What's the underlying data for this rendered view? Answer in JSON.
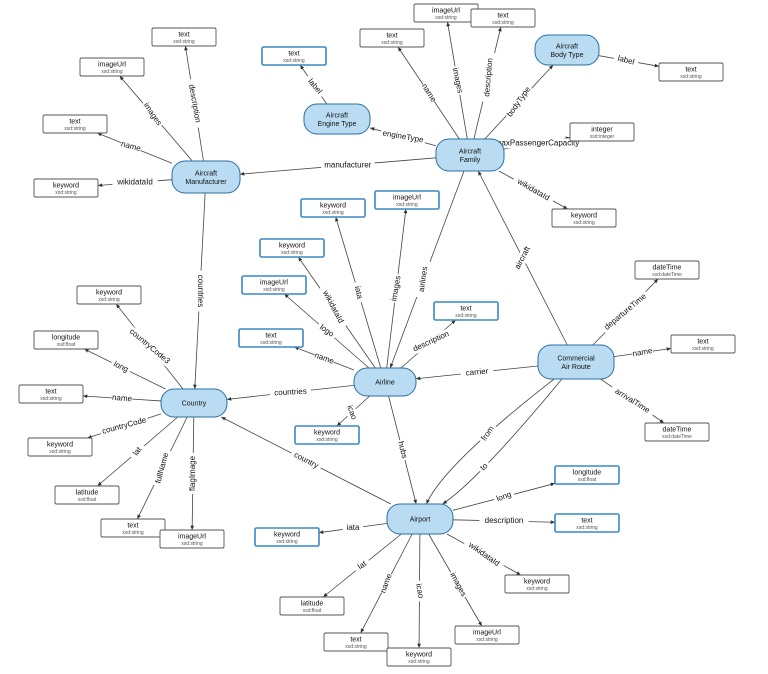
{
  "classes": [
    {
      "id": "aircraft-family",
      "label": [
        "Aircraft",
        "Family"
      ]
    },
    {
      "id": "aircraft-manufacturer",
      "label": [
        "Aircraft",
        "Manufacturer"
      ]
    },
    {
      "id": "aircraft-engine-type",
      "label": [
        "Aircraft",
        "Engine Type"
      ]
    },
    {
      "id": "aircraft-body-type",
      "label": [
        "Aircraft",
        "Body Type"
      ]
    },
    {
      "id": "airline",
      "label": [
        "Airline"
      ]
    },
    {
      "id": "country",
      "label": [
        "Country"
      ]
    },
    {
      "id": "commercial-air-route",
      "label": [
        "Commercial",
        "Air Route"
      ]
    },
    {
      "id": "airport",
      "label": [
        "Airport"
      ]
    }
  ],
  "literals": [
    {
      "id": "l-am-desc",
      "name": "text",
      "type": "xsd:string",
      "highlight": false
    },
    {
      "id": "l-am-img",
      "name": "imageUrl",
      "type": "xsd:string",
      "highlight": false
    },
    {
      "id": "l-am-name",
      "name": "text",
      "type": "xsd:string",
      "highlight": false
    },
    {
      "id": "l-am-wiki",
      "name": "keyword",
      "type": "xsd:string",
      "highlight": false
    },
    {
      "id": "l-et-label",
      "name": "text",
      "type": "xsd:string",
      "highlight": true
    },
    {
      "id": "l-af-img",
      "name": "imageUrl",
      "type": "xsd:string",
      "highlight": false
    },
    {
      "id": "l-af-desc",
      "name": "text",
      "type": "xsd:string",
      "highlight": false
    },
    {
      "id": "l-af-name",
      "name": "text",
      "type": "xsd:string",
      "highlight": false
    },
    {
      "id": "l-bt-label",
      "name": "text",
      "type": "xsd:string",
      "highlight": false
    },
    {
      "id": "l-af-cap",
      "name": "integer",
      "type": "xsd:integer",
      "highlight": false
    },
    {
      "id": "l-af-wiki",
      "name": "keyword",
      "type": "xsd:string",
      "highlight": false
    },
    {
      "id": "l-al-iata",
      "name": "keyword",
      "type": "xsd:string",
      "highlight": true
    },
    {
      "id": "l-al-img",
      "name": "imageUrl",
      "type": "xsd:string",
      "highlight": true
    },
    {
      "id": "l-al-wiki",
      "name": "keyword",
      "type": "xsd:string",
      "highlight": true
    },
    {
      "id": "l-al-logo",
      "name": "imageUrl",
      "type": "xsd:string",
      "highlight": true
    },
    {
      "id": "l-al-desc",
      "name": "text",
      "type": "xsd:string",
      "highlight": true
    },
    {
      "id": "l-al-name",
      "name": "text",
      "type": "xsd:string",
      "highlight": true
    },
    {
      "id": "l-al-icao",
      "name": "keyword",
      "type": "xsd:string",
      "highlight": true
    },
    {
      "id": "l-co-cc3",
      "name": "keyword",
      "type": "xsd:string",
      "highlight": false
    },
    {
      "id": "l-co-long",
      "name": "longitude",
      "type": "xsd:float",
      "highlight": false
    },
    {
      "id": "l-co-name",
      "name": "text",
      "type": "xsd:string",
      "highlight": false
    },
    {
      "id": "l-co-cc",
      "name": "keyword",
      "type": "xsd:string",
      "highlight": false
    },
    {
      "id": "l-co-lat",
      "name": "latitude",
      "type": "xsd:float",
      "highlight": false
    },
    {
      "id": "l-co-full",
      "name": "text",
      "type": "xsd:string",
      "highlight": false
    },
    {
      "id": "l-co-flag",
      "name": "imageUrl",
      "type": "xsd:string",
      "highlight": false
    },
    {
      "id": "l-cr-dep",
      "name": "dateTime",
      "type": "xsd:dateTime",
      "highlight": false
    },
    {
      "id": "l-cr-name",
      "name": "text",
      "type": "xsd:string",
      "highlight": false
    },
    {
      "id": "l-cr-arr",
      "name": "dateTime",
      "type": "xsd:dateTime",
      "highlight": false
    },
    {
      "id": "l-ap-long",
      "name": "longitude",
      "type": "xsd:float",
      "highlight": true
    },
    {
      "id": "l-ap-desc",
      "name": "text",
      "type": "xsd:string",
      "highlight": true
    },
    {
      "id": "l-ap-iata",
      "name": "keyword",
      "type": "xsd:string",
      "highlight": true
    },
    {
      "id": "l-ap-wiki",
      "name": "keyword",
      "type": "xsd:string",
      "highlight": false
    },
    {
      "id": "l-ap-lat",
      "name": "latitude",
      "type": "xsd:float",
      "highlight": false
    },
    {
      "id": "l-ap-name",
      "name": "text",
      "type": "xsd:string",
      "highlight": false
    },
    {
      "id": "l-ap-icao",
      "name": "keyword",
      "type": "xsd:string",
      "highlight": false
    },
    {
      "id": "l-ap-img",
      "name": "imageUrl",
      "type": "xsd:string",
      "highlight": false
    }
  ],
  "edges": [
    {
      "id": "e1",
      "from": "aircraft-manufacturer",
      "to": "l-am-desc",
      "label": "description"
    },
    {
      "id": "e2",
      "from": "aircraft-manufacturer",
      "to": "l-am-img",
      "label": "images"
    },
    {
      "id": "e3",
      "from": "aircraft-manufacturer",
      "to": "l-am-name",
      "label": "name"
    },
    {
      "id": "e4",
      "from": "aircraft-manufacturer",
      "to": "l-am-wiki",
      "label": "wikidataId"
    },
    {
      "id": "e5",
      "from": "aircraft-manufacturer",
      "to": "country",
      "label": "countries"
    },
    {
      "id": "e6",
      "from": "aircraft-engine-type",
      "to": "l-et-label",
      "label": "label"
    },
    {
      "id": "e7",
      "from": "aircraft-family",
      "to": "aircraft-manufacturer",
      "label": "manufacturer"
    },
    {
      "id": "e8",
      "from": "aircraft-family",
      "to": "aircraft-engine-type",
      "label": "engineType"
    },
    {
      "id": "e9",
      "from": "aircraft-family",
      "to": "l-af-name",
      "label": "name"
    },
    {
      "id": "e10",
      "from": "aircraft-family",
      "to": "l-af-img",
      "label": "images"
    },
    {
      "id": "e11",
      "from": "aircraft-family",
      "to": "l-af-desc",
      "label": "description"
    },
    {
      "id": "e12",
      "from": "aircraft-family",
      "to": "aircraft-body-type",
      "label": "bodyType"
    },
    {
      "id": "e13",
      "from": "aircraft-body-type",
      "to": "l-bt-label",
      "label": "label"
    },
    {
      "id": "e14",
      "from": "aircraft-family",
      "to": "l-af-cap",
      "label": "maxPassengerCapacity"
    },
    {
      "id": "e15",
      "from": "aircraft-family",
      "to": "l-af-wiki",
      "label": "wikidataId"
    },
    {
      "id": "e16",
      "from": "aircraft-family",
      "to": "airline",
      "label": "airlines"
    },
    {
      "id": "e17",
      "from": "airline",
      "to": "l-al-iata",
      "label": "iata"
    },
    {
      "id": "e18",
      "from": "airline",
      "to": "l-al-img",
      "label": "images"
    },
    {
      "id": "e19",
      "from": "airline",
      "to": "l-al-wiki",
      "label": "wikidataId"
    },
    {
      "id": "e20",
      "from": "airline",
      "to": "l-al-logo",
      "label": "logo"
    },
    {
      "id": "e21",
      "from": "airline",
      "to": "l-al-name",
      "label": "name"
    },
    {
      "id": "e22",
      "from": "airline",
      "to": "l-al-desc",
      "label": "description"
    },
    {
      "id": "e23",
      "from": "airline",
      "to": "country",
      "label": "countries"
    },
    {
      "id": "e24",
      "from": "airline",
      "to": "l-al-icao",
      "label": "icao"
    },
    {
      "id": "e25",
      "from": "airline",
      "to": "airport",
      "label": "hubs"
    },
    {
      "id": "e26",
      "from": "commercial-air-route",
      "to": "aircraft-family",
      "label": "aircraft"
    },
    {
      "id": "e27",
      "from": "commercial-air-route",
      "to": "airline",
      "label": "carrier"
    },
    {
      "id": "e28",
      "from": "commercial-air-route",
      "to": "l-cr-dep",
      "label": "departureTime"
    },
    {
      "id": "e29",
      "from": "commercial-air-route",
      "to": "l-cr-name",
      "label": "name"
    },
    {
      "id": "e30",
      "from": "commercial-air-route",
      "to": "l-cr-arr",
      "label": "arrivalTime"
    },
    {
      "id": "e31",
      "from": "commercial-air-route",
      "to": "airport",
      "label": "from"
    },
    {
      "id": "e32",
      "from": "commercial-air-route",
      "to": "airport",
      "label": "to"
    },
    {
      "id": "e33",
      "from": "country",
      "to": "l-co-cc3",
      "label": "countryCode3"
    },
    {
      "id": "e34",
      "from": "country",
      "to": "l-co-long",
      "label": "long"
    },
    {
      "id": "e35",
      "from": "country",
      "to": "l-co-name",
      "label": "name"
    },
    {
      "id": "e36",
      "from": "country",
      "to": "l-co-cc",
      "label": "countryCode"
    },
    {
      "id": "e37",
      "from": "country",
      "to": "l-co-lat",
      "label": "lat"
    },
    {
      "id": "e38",
      "from": "country",
      "to": "l-co-full",
      "label": "fullName"
    },
    {
      "id": "e39",
      "from": "country",
      "to": "l-co-flag",
      "label": "flagImage"
    },
    {
      "id": "e40",
      "from": "airport",
      "to": "country",
      "label": "country"
    },
    {
      "id": "e41",
      "from": "airport",
      "to": "l-ap-long",
      "label": "long"
    },
    {
      "id": "e42",
      "from": "airport",
      "to": "l-ap-desc",
      "label": "description"
    },
    {
      "id": "e43",
      "from": "airport",
      "to": "l-ap-iata",
      "label": "iata"
    },
    {
      "id": "e44",
      "from": "airport",
      "to": "l-ap-wiki",
      "label": "wikidataId"
    },
    {
      "id": "e45",
      "from": "airport",
      "to": "l-ap-lat",
      "label": "lat"
    },
    {
      "id": "e46",
      "from": "airport",
      "to": "l-ap-name",
      "label": "name"
    },
    {
      "id": "e47",
      "from": "airport",
      "to": "l-ap-icao",
      "label": "icao"
    },
    {
      "id": "e48",
      "from": "airport",
      "to": "l-ap-img",
      "label": "images"
    }
  ]
}
